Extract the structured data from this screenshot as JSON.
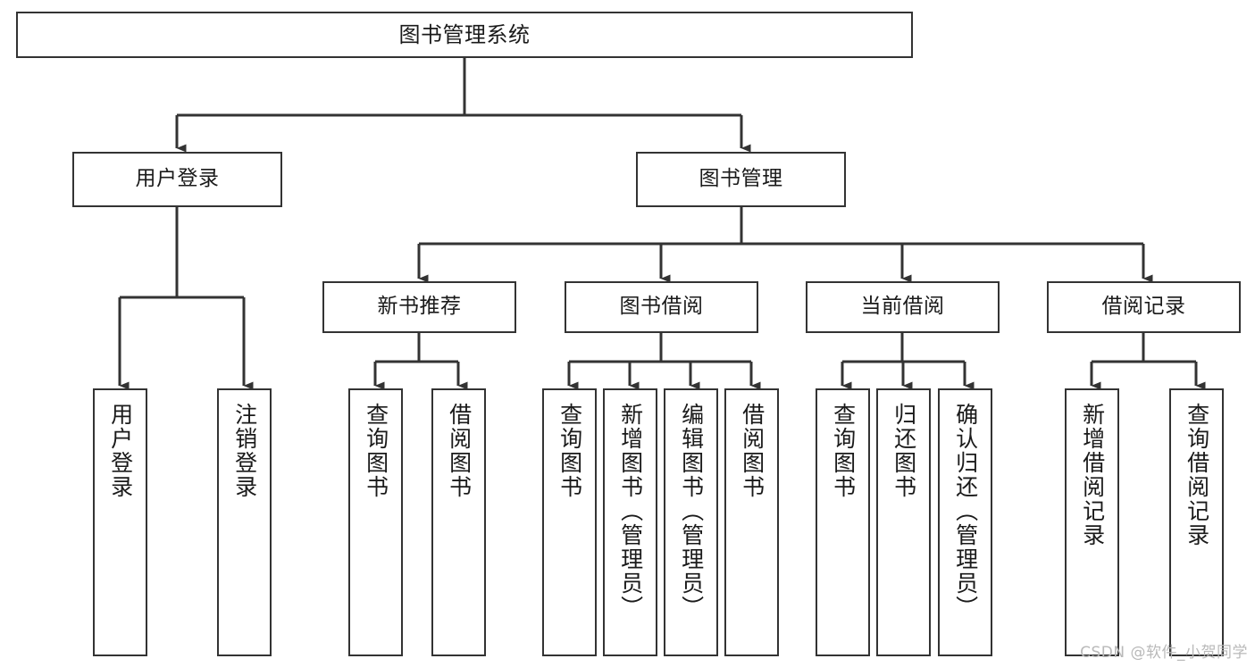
{
  "diagram": {
    "title": "图书管理系统",
    "type": "tree",
    "stroke_color": "#333333",
    "fill_color": "#ffffff",
    "text_color": "#1a1a1a",
    "nodes": {
      "root": {
        "label": "图书管理系统"
      },
      "level2": [
        {
          "label": "用户登录"
        },
        {
          "label": "图书管理"
        }
      ],
      "level3": [
        {
          "label": "新书推荐"
        },
        {
          "label": "图书借阅"
        },
        {
          "label": "当前借阅"
        },
        {
          "label": "借阅记录"
        }
      ],
      "leaves": {
        "user_login": [
          {
            "label": "用户登录"
          },
          {
            "label": "注销登录"
          }
        ],
        "new_book": [
          {
            "label": "查询图书"
          },
          {
            "label": "借阅图书"
          }
        ],
        "book_borrow": [
          {
            "label": "查询图书"
          },
          {
            "label": "新增图书（管理员）"
          },
          {
            "label": "编辑图书（管理员）"
          },
          {
            "label": "借阅图书"
          }
        ],
        "current_borrow": [
          {
            "label": "查询图书"
          },
          {
            "label": "归还图书"
          },
          {
            "label": "确认归还（管理员）"
          }
        ],
        "borrow_record": [
          {
            "label": "新增借阅记录"
          },
          {
            "label": "查询借阅记录"
          }
        ]
      }
    }
  },
  "watermark": {
    "text": "CSDN @软件_小贺同学"
  }
}
